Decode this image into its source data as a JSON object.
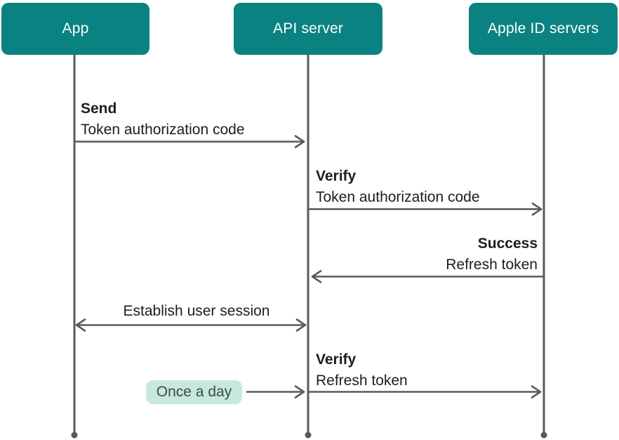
{
  "actors": [
    {
      "label": "App"
    },
    {
      "label": "API server"
    },
    {
      "label": "Apple ID servers"
    }
  ],
  "messages": [
    {
      "title": "Send",
      "detail": "Token authorization code",
      "from": "App",
      "to": "API server",
      "direction": "right"
    },
    {
      "title": "Verify",
      "detail": "Token authorization code",
      "from": "API server",
      "to": "Apple ID servers",
      "direction": "right"
    },
    {
      "title": "Success",
      "detail": "Refresh token",
      "from": "Apple ID servers",
      "to": "API server",
      "direction": "left"
    },
    {
      "title": "",
      "detail": "Establish user session",
      "from": "App",
      "to": "API server",
      "direction": "both"
    },
    {
      "title": "Verify",
      "detail": "Refresh token",
      "from": "API server",
      "to": "Apple ID servers",
      "direction": "right",
      "annotation": "Once a day"
    }
  ],
  "badge": {
    "label": "Once a day"
  },
  "colors": {
    "actor_bg": "#0a8282",
    "actor_text": "#ffffff",
    "line": "#58595b",
    "message_text": "#1d1d1f",
    "badge_bg": "#c7e8dd",
    "badge_text": "#3c4b48"
  }
}
